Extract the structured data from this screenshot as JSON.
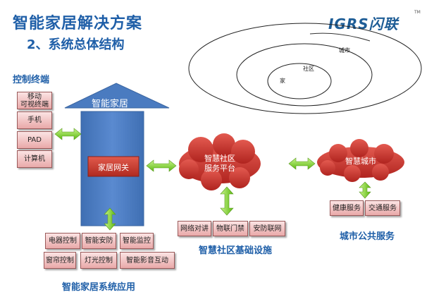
{
  "header": {
    "title": "智能家居解决方案",
    "subtitle": "2、系统总体结构",
    "logo": "IGRS闪联",
    "tm": "TM"
  },
  "rings": {
    "outer": "城市",
    "middle": "社区",
    "inner": "家"
  },
  "control": {
    "title": "控制终端",
    "items": [
      "移动\n可视终端",
      "手机",
      "PAD",
      "计算机"
    ]
  },
  "home": {
    "roof": "智能家居",
    "gateway": "家居网关"
  },
  "home_apps": {
    "title": "智能家居系统应用",
    "row1": [
      "电器控制",
      "智能安防",
      "智能监控"
    ],
    "row2": [
      "窗帘控制",
      "灯光控制",
      "智能影音互动"
    ]
  },
  "community": {
    "cloud_line1": "智慧社区",
    "cloud_line2": "服务平台",
    "title": "智慧社区基础设施",
    "items": [
      "网络对讲",
      "物联门禁",
      "安防联网"
    ]
  },
  "city": {
    "cloud": "智慧城市",
    "title": "城市公共服务",
    "items": [
      "健康服务",
      "交通服务"
    ]
  },
  "colors": {
    "title": "#1f5fa8",
    "house": "#4f7fc0",
    "gateway": "#c0392b",
    "cloud": "#c8302c",
    "arrow": "#7ed321"
  }
}
